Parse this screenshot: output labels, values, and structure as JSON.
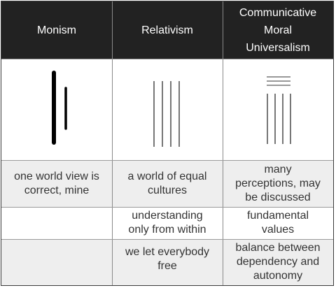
{
  "header": {
    "col1": "Monism",
    "col2": "Relativism",
    "col3_line1": "Communicative",
    "col3_line2": "Moral",
    "col3_line3": "Universalism"
  },
  "icons": {
    "col1": "two-vertical-bars-icon",
    "col2": "four-equal-lines-icon",
    "col3": "lines-with-horizontal-bars-icon"
  },
  "rows": [
    {
      "col1": [
        "one world view is",
        "correct, mine"
      ],
      "col2": [
        "a world of equal",
        "cultures"
      ],
      "col3": [
        "many",
        "perceptions, may",
        "be discussed"
      ]
    },
    {
      "col1": [],
      "col2": [
        "understanding",
        "only from within"
      ],
      "col3": [
        "fundamental",
        "values"
      ]
    },
    {
      "col1": [],
      "col2": [
        "we let everybody",
        "free"
      ],
      "col3": [
        "balance between",
        "dependency and",
        "autonomy"
      ]
    }
  ],
  "colors": {
    "header_bg": "#222222",
    "header_text": "#ffffff",
    "alt_row_bg": "#eeeeee"
  }
}
